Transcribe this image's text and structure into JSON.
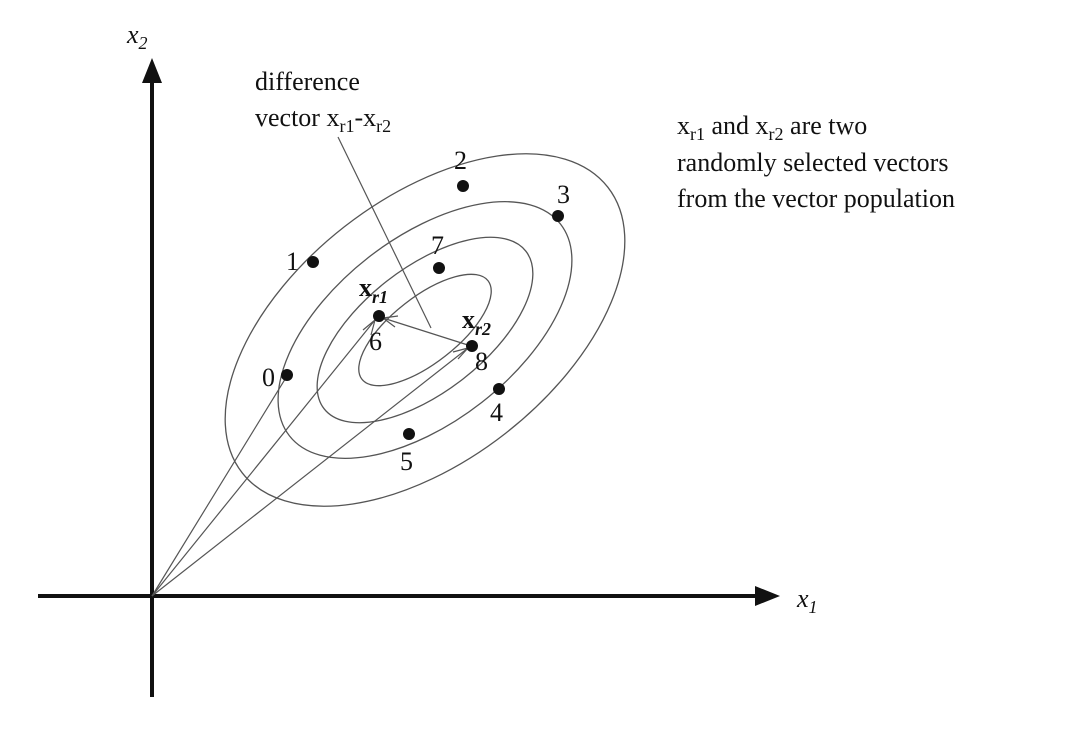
{
  "axes": {
    "x_label": "x",
    "x_sub": "1",
    "y_label": "x",
    "y_sub": "2"
  },
  "difference_label": {
    "line1": "difference",
    "line2_prefix": "vector x",
    "sub1": "r1",
    "dash": "-x",
    "sub2": "r2"
  },
  "note": {
    "line1_a": "x",
    "line1_sub1": "r1",
    "line1_b": " and x",
    "line1_sub2": "r2",
    "line1_c": " are two",
    "line2": "randomly selected vectors",
    "line3": "from the vector population"
  },
  "vector_labels": {
    "xr1_base": "x",
    "xr1_sub": "r1",
    "xr2_base": "x",
    "xr2_sub": "r2"
  },
  "points": [
    {
      "label": "0"
    },
    {
      "label": "1"
    },
    {
      "label": "2"
    },
    {
      "label": "3"
    },
    {
      "label": "4"
    },
    {
      "label": "5"
    },
    {
      "label": "6"
    },
    {
      "label": "7"
    },
    {
      "label": "8"
    }
  ],
  "colors": {
    "ink": "#111111",
    "contour": "#555555"
  }
}
